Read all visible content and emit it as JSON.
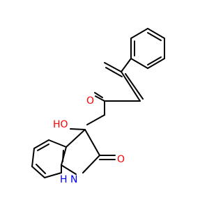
{
  "molecule": {
    "atoms": {
      "hydroxyl": {
        "label": "HO",
        "color": "#ff0000"
      },
      "ketone": {
        "label": "O",
        "color": "#ff0000"
      },
      "lactam_oxygen": {
        "label": "O",
        "color": "#ff0000"
      },
      "amine": {
        "label": "H",
        "color": "#0000ff"
      },
      "nitrogen": {
        "label": "N",
        "color": "#0000ff"
      }
    },
    "bond_color": "#000000"
  }
}
